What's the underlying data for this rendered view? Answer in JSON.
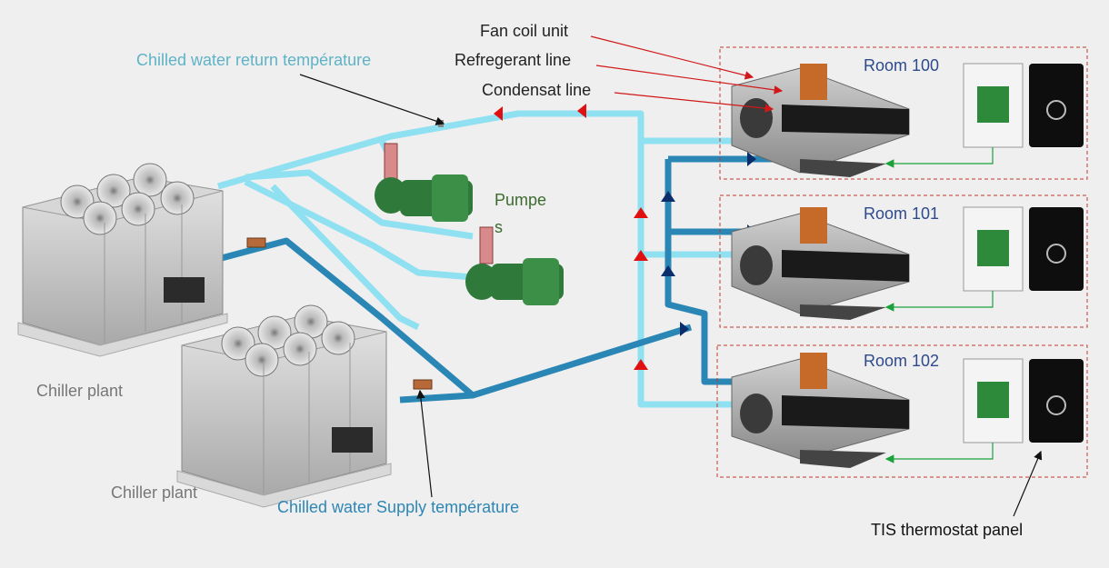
{
  "labels": {
    "fan_coil_unit": "Fan coil unit",
    "refrigerant_line": "Refregerant line",
    "condensate_line": "Condensat line",
    "return_temp": "Chilled water return température",
    "supply_temp": "Chilled water Supply  température",
    "pumps_line1": "Pumpe",
    "pumps_line2": "s",
    "chiller_plant_1": "Chiller plant",
    "chiller_plant_2": "Chiller plant",
    "thermostat": "TIS thermostat panel"
  },
  "rooms": [
    {
      "name": "Room 100"
    },
    {
      "name": "Room 101"
    },
    {
      "name": "Room 102"
    }
  ],
  "colors": {
    "return_pipe": "#8fe0f0",
    "supply_pipe": "#2a86b4",
    "room_border": "#c0392b",
    "pump": "#2f7a3a",
    "arrow_red": "#e01010",
    "arrow_blue": "#0a2d6b"
  },
  "icons": [
    "chiller-icon",
    "pump-icon",
    "fan-coil-icon",
    "thermostat-icon",
    "flow-arrow-icon"
  ]
}
